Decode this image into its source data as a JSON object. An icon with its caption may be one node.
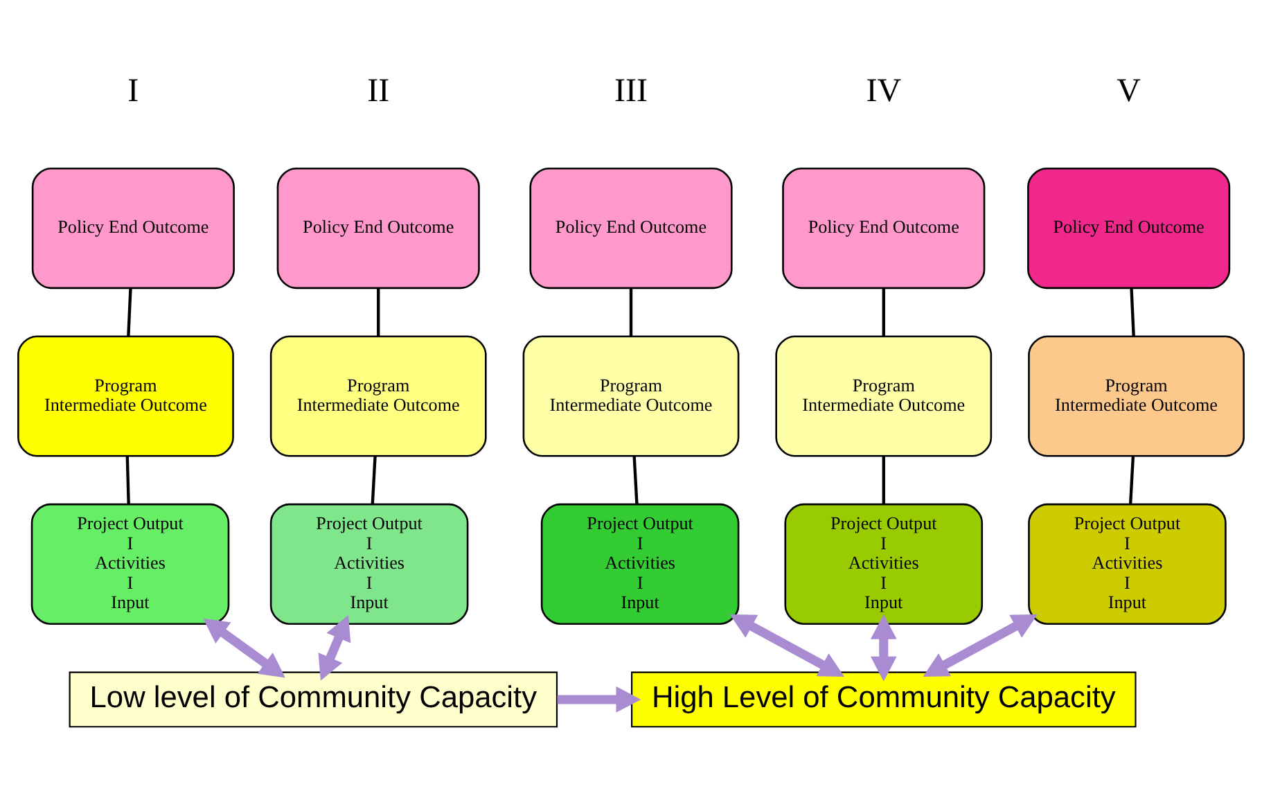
{
  "diagram": {
    "nodes": [
      {
        "text": [
          "Policy End Outcome"
        ]
      },
      {
        "text": [
          "Program",
          "Intermediate Outcome"
        ]
      },
      {
        "text": [
          "Project Output",
          "I",
          "Activities",
          "I",
          "Input"
        ]
      },
      {
        "text": [
          "Policy End Outcome"
        ]
      },
      {
        "text": [
          "Program",
          "Intermediate Outcome"
        ]
      },
      {
        "text": [
          "Project Output",
          "I",
          "Activities",
          "I",
          "Input"
        ]
      },
      {
        "text": [
          "Policy End Outcome"
        ]
      },
      {
        "text": [
          "Program",
          "Intermediate Outcome"
        ]
      },
      {
        "text": [
          "Project Output",
          "I",
          "Activities",
          "I",
          "Input"
        ]
      },
      {
        "text": [
          "Policy End Outcome"
        ]
      },
      {
        "text": [
          "Program",
          "Intermediate Outcome"
        ]
      },
      {
        "text": [
          "Project Output",
          "I",
          "Activities",
          "I",
          "Input"
        ]
      },
      {
        "text": [
          "Policy End Outcome"
        ]
      },
      {
        "text": [
          "Program",
          "Intermediate Outcome"
        ]
      },
      {
        "text": [
          "Project Output",
          "I",
          "Activities",
          "I",
          "Input"
        ]
      },
      {
        "text": [
          "Low level of Community Capacity"
        ]
      },
      {
        "text": [
          "High Level of Community Capacity"
        ]
      }
    ],
    "edges": [
      {
        "from": 0,
        "to": 1,
        "arrow": "none"
      },
      {
        "from": 1,
        "to": 2,
        "arrow": "none"
      },
      {
        "from": 3,
        "to": 4,
        "arrow": "none"
      },
      {
        "from": 4,
        "to": 5,
        "arrow": "none"
      },
      {
        "from": 6,
        "to": 7,
        "arrow": "none"
      },
      {
        "from": 7,
        "to": 8,
        "arrow": "none"
      },
      {
        "from": 9,
        "to": 10,
        "arrow": "none"
      },
      {
        "from": 10,
        "to": 11,
        "arrow": "none"
      },
      {
        "from": 12,
        "to": 13,
        "arrow": "none"
      },
      {
        "from": 13,
        "to": 14,
        "arrow": "none"
      },
      {
        "from": 2,
        "to": 15,
        "arrow": "both",
        "style": "thick",
        "color": "#a98bd1"
      },
      {
        "from": 5,
        "to": 15,
        "arrow": "both",
        "style": "thick",
        "color": "#a98bd1"
      },
      {
        "from": 8,
        "to": 16,
        "arrow": "both",
        "style": "thick",
        "color": "#a98bd1"
      },
      {
        "from": 11,
        "to": 16,
        "arrow": "both",
        "style": "thick",
        "color": "#a98bd1"
      },
      {
        "from": 14,
        "to": 16,
        "arrow": "both",
        "style": "thick",
        "color": "#a98bd1"
      },
      {
        "from": 15,
        "to": 16,
        "arrow": "to",
        "style": "thick",
        "color": "#a98bd1"
      }
    ],
    "labels": [
      "I",
      "II",
      "III",
      "IV",
      "V"
    ]
  }
}
